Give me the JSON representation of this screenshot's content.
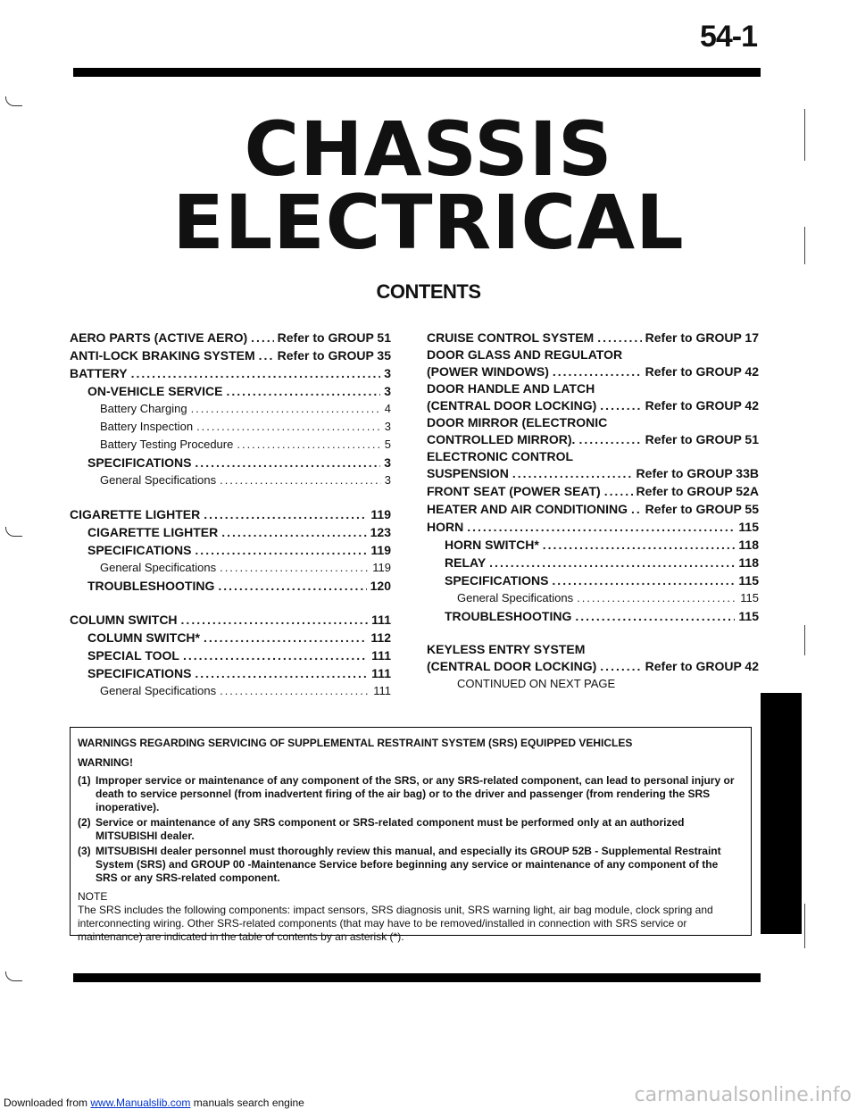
{
  "header": {
    "page_number": "54-1"
  },
  "title": {
    "line1": "CHASSIS",
    "line2": "ELECTRICAL"
  },
  "contents_heading": "CONTENTS",
  "toc_left": [
    {
      "label": "AERO PARTS (ACTIVE AERO)",
      "page": "Refer to GROUP 51",
      "level": 1,
      "bold": true
    },
    {
      "label": "ANTI-LOCK BRAKING SYSTEM",
      "page": "Refer to GROUP 35",
      "level": 1,
      "bold": true
    },
    {
      "label": "BATTERY",
      "page": "3",
      "level": 1,
      "bold": true
    },
    {
      "label": "ON-VEHICLE SERVICE",
      "page": "3",
      "level": 2,
      "bold": true
    },
    {
      "label": "Battery Charging",
      "page": "4",
      "level": 3,
      "bold": false
    },
    {
      "label": "Battery Inspection",
      "page": "3",
      "level": 3,
      "bold": false
    },
    {
      "label": "Battery Testing Procedure",
      "page": "5",
      "level": 3,
      "bold": false
    },
    {
      "label": "SPECIFICATIONS",
      "page": "3",
      "level": 2,
      "bold": true
    },
    {
      "label": "General Specifications",
      "page": "3",
      "level": 3,
      "bold": false
    },
    {
      "gap": true
    },
    {
      "label": "CIGARETTE LIGHTER",
      "page": "119",
      "level": 1,
      "bold": true
    },
    {
      "label": "CIGARETTE LIGHTER",
      "page": "123",
      "level": 2,
      "bold": true
    },
    {
      "label": "SPECIFICATIONS",
      "page": "119",
      "level": 2,
      "bold": true
    },
    {
      "label": "General Specifications",
      "page": "119",
      "level": 3,
      "bold": false
    },
    {
      "label": "TROUBLESHOOTING",
      "page": "120",
      "level": 2,
      "bold": true
    },
    {
      "gap": true
    },
    {
      "label": "COLUMN SWITCH",
      "page": "111",
      "level": 1,
      "bold": true
    },
    {
      "label": "COLUMN SWITCH*",
      "page": "112",
      "level": 2,
      "bold": true
    },
    {
      "label": "SPECIAL TOOL",
      "page": "111",
      "level": 2,
      "bold": true
    },
    {
      "label": "SPECIFICATIONS",
      "page": "111",
      "level": 2,
      "bold": true
    },
    {
      "label": "General Specifications",
      "page": "111",
      "level": 3,
      "bold": false
    }
  ],
  "toc_right": [
    {
      "label": "CRUISE CONTROL SYSTEM",
      "page": "Refer to GROUP 17",
      "level": 1,
      "bold": true
    },
    {
      "label": "DOOR GLASS AND REGULATOR",
      "level": 1,
      "bold": true,
      "plain": true
    },
    {
      "label": "(POWER WINDOWS)",
      "page": "Refer to GROUP 42",
      "level": 1,
      "bold": true
    },
    {
      "label": "DOOR HANDLE AND LATCH",
      "level": 1,
      "bold": true,
      "plain": true
    },
    {
      "label": "(CENTRAL DOOR LOCKING)",
      "page": "Refer to GROUP 42",
      "level": 1,
      "bold": true
    },
    {
      "label": "DOOR MIRROR (ELECTRONIC",
      "level": 1,
      "bold": true,
      "plain": true
    },
    {
      "label": "CONTROLLED MIRROR).",
      "page": "Refer to GROUP 51",
      "level": 1,
      "bold": true
    },
    {
      "label": "ELECTRONIC CONTROL",
      "level": 1,
      "bold": true,
      "plain": true
    },
    {
      "label": "SUSPENSION",
      "page": "Refer to GROUP 33B",
      "level": 1,
      "bold": true
    },
    {
      "label": "FRONT SEAT (POWER SEAT)",
      "page": "Refer to GROUP 52A",
      "level": 1,
      "bold": true
    },
    {
      "label": "HEATER AND AIR CONDITIONING",
      "page": "Refer to GROUP 55",
      "level": 1,
      "bold": true
    },
    {
      "label": "HORN",
      "page": "115",
      "level": 1,
      "bold": true
    },
    {
      "label": "HORN SWITCH*",
      "page": "118",
      "level": 2,
      "bold": true
    },
    {
      "label": "RELAY",
      "page": "118",
      "level": 2,
      "bold": true
    },
    {
      "label": "SPECIFICATIONS",
      "page": "115",
      "level": 2,
      "bold": true
    },
    {
      "label": "General Specifications",
      "page": "115",
      "level": 3,
      "bold": false
    },
    {
      "label": "TROUBLESHOOTING",
      "page": "115",
      "level": 2,
      "bold": true
    },
    {
      "gap": true
    },
    {
      "label": "KEYLESS ENTRY SYSTEM",
      "level": 1,
      "bold": true,
      "plain": true
    },
    {
      "label": "(CENTRAL DOOR LOCKING)",
      "page": "Refer to GROUP 42",
      "level": 1,
      "bold": true
    }
  ],
  "continued_text": "CONTINUED ON NEXT PAGE",
  "warnings": {
    "title": "WARNINGS REGARDING SERVICING OF SUPPLEMENTAL RESTRAINT SYSTEM (SRS) EQUIPPED VEHICLES",
    "label": "WARNING!",
    "items": [
      {
        "num": "(1)",
        "text": "Improper service or maintenance of any component of the SRS, or any SRS-related component, can lead to personal injury or death to service personnel (from inadvertent firing of the air bag) or to the driver and passenger (from rendering the SRS inoperative)."
      },
      {
        "num": "(2)",
        "text": "Service or maintenance of any SRS component or SRS-related component must be performed only at an authorized MITSUBISHI dealer."
      },
      {
        "num": "(3)",
        "text": "MITSUBISHI dealer personnel must thoroughly review this manual, and especially its GROUP 52B - Supplemental Restraint System (SRS) and GROUP 00 -Maintenance Service before beginning any service or maintenance of any component of the SRS or any SRS-related component."
      }
    ],
    "note_label": "NOTE",
    "note_text": "The SRS includes the following components: impact sensors, SRS diagnosis unit, SRS warning light, air bag module, clock spring and interconnecting wiring. Other SRS-related components (that may have to be removed/installed in connection with SRS service or maintenance) are indicated in the table of contents by an asterisk (*)."
  },
  "footer": {
    "prefix": "Downloaded from ",
    "link": "www.Manualslib.com",
    "suffix": " manuals search engine",
    "watermark": "carmanualsonline.info"
  }
}
